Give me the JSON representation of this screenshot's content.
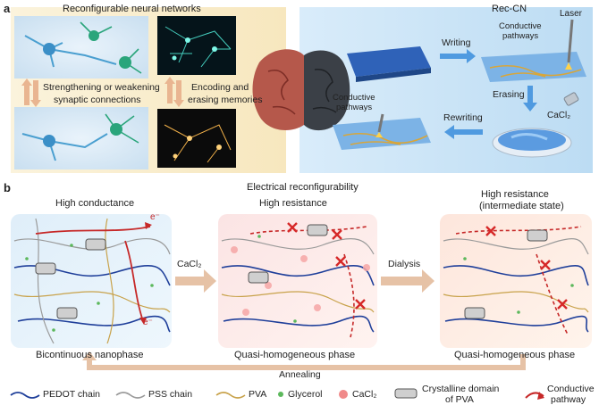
{
  "panel_a": {
    "label": "a",
    "title_left": "Reconfigurable neural networks",
    "title_right": "Rec-CN",
    "synapse_line1": "Strengthening or weakening",
    "synapse_line2": "synaptic connections",
    "memory_line1": "Encoding and",
    "memory_line2": "erasing memories",
    "writing": "Writing",
    "conductive_top_1": "Conductive",
    "conductive_top_2": "pathways",
    "laser": "Laser",
    "erasing": "Erasing",
    "cacl2": "CaCl₂",
    "conductive_bottom_1": "Conductive",
    "conductive_bottom_2": "pathways",
    "rewriting": "Rewriting"
  },
  "panel_b": {
    "label": "b",
    "title": "Electrical reconfigurability",
    "state1": "High conductance",
    "state2": "High resistance",
    "state3_line1": "High resistance",
    "state3_line2": "(intermediate state)",
    "arrow1": "CaCl₂",
    "arrow2": "Dialysis",
    "electron": "e⁻",
    "phase1": "Bicontinuous nanophase",
    "phase2": "Quasi-homogeneous phase",
    "phase3": "Quasi-homogeneous phase",
    "annealing": "Annealing"
  },
  "legend": [
    {
      "label": "PEDOT chain"
    },
    {
      "label": "PSS chain"
    },
    {
      "label": "PVA"
    },
    {
      "label": "Glycerol"
    },
    {
      "label": "CaCl₂"
    },
    {
      "label": "Crystalline domain"
    },
    {
      "label": "Conductive"
    }
  ],
  "legend_extra": {
    "crystal_line2": "of PVA",
    "conductive_line2": "pathway"
  },
  "colors": {
    "pedot": "#1f3f9a",
    "pss": "#9a9a9a",
    "pva": "#c8a24a",
    "glycerol": "#5cb85c",
    "cacl2": "#f08a8a",
    "conductive": "#c62828",
    "arrow": "#e6c2a6"
  }
}
